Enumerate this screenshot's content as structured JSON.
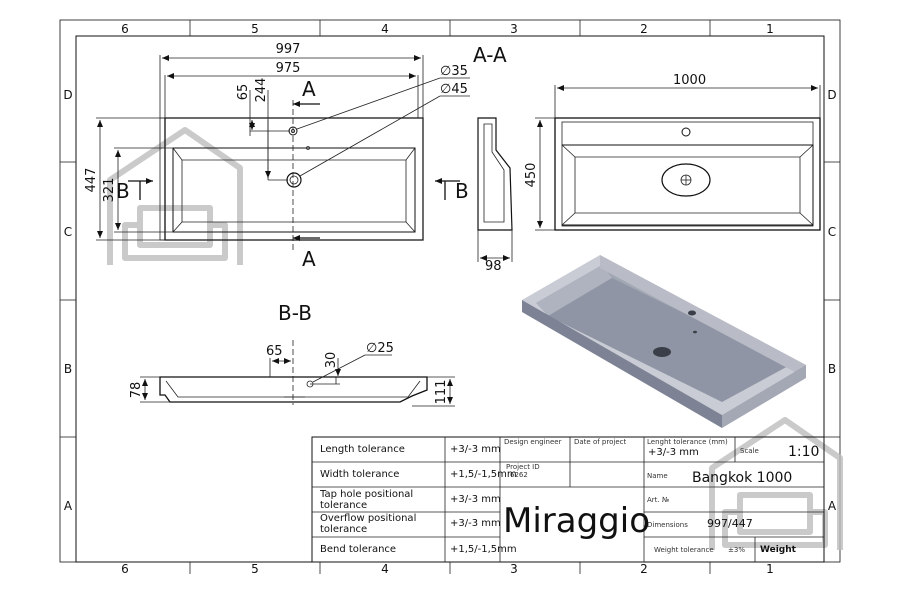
{
  "grid": {
    "columns": [
      "6",
      "5",
      "4",
      "3",
      "2",
      "1"
    ],
    "rows": [
      "D",
      "C",
      "B",
      "A"
    ]
  },
  "section_aa": "A-A",
  "section_bb": "B-B",
  "cut_a": "A",
  "cut_b": "B",
  "top_view": {
    "width_outer": "997",
    "width_inner": "975",
    "depth_outer": "447",
    "depth_inner": "321",
    "offset_65": "65",
    "offset_244": "244",
    "dia_35": "∅35",
    "dia_45": "∅45"
  },
  "side_view": {
    "depth": "98"
  },
  "front_view": {
    "width": "1000",
    "height": "450"
  },
  "section_view": {
    "offset_65": "65",
    "offset_30": "30",
    "dia_25": "∅25",
    "height_78": "78",
    "height_111": "111"
  },
  "title_block": {
    "rows": [
      {
        "label": "Length tolerance",
        "value": "+3/-3  mm"
      },
      {
        "label": "Width tolerance",
        "value": "+1,5/-1,5mm"
      },
      {
        "label": "Tap hole positional tolerance",
        "value": "+3/-3  mm"
      },
      {
        "label": "Overflow positional tolerance",
        "value": "+3/-3  mm"
      },
      {
        "label": "Bend tolerance",
        "value": "+1,5/-1,5mm"
      }
    ],
    "design_engineer": "Design engineer",
    "date_of_project": "Date of project",
    "project_id_label": "Project ID",
    "project_id": "6262",
    "brand": "Miraggio",
    "length_tol_label": "Lenght tolerance (mm)",
    "length_tol_value": "+3/-3  mm",
    "scale_label": "Scale",
    "scale_value": "1:10",
    "name_label": "Name",
    "name_value": "Bangkok 1000",
    "art_label": "Art. №",
    "dimensions_label": "Dimensions",
    "dimensions_value": "997/447",
    "weight_tol_label": "Weight tolerance",
    "weight_tol_value": "±3%",
    "weight_label": "Weight"
  }
}
